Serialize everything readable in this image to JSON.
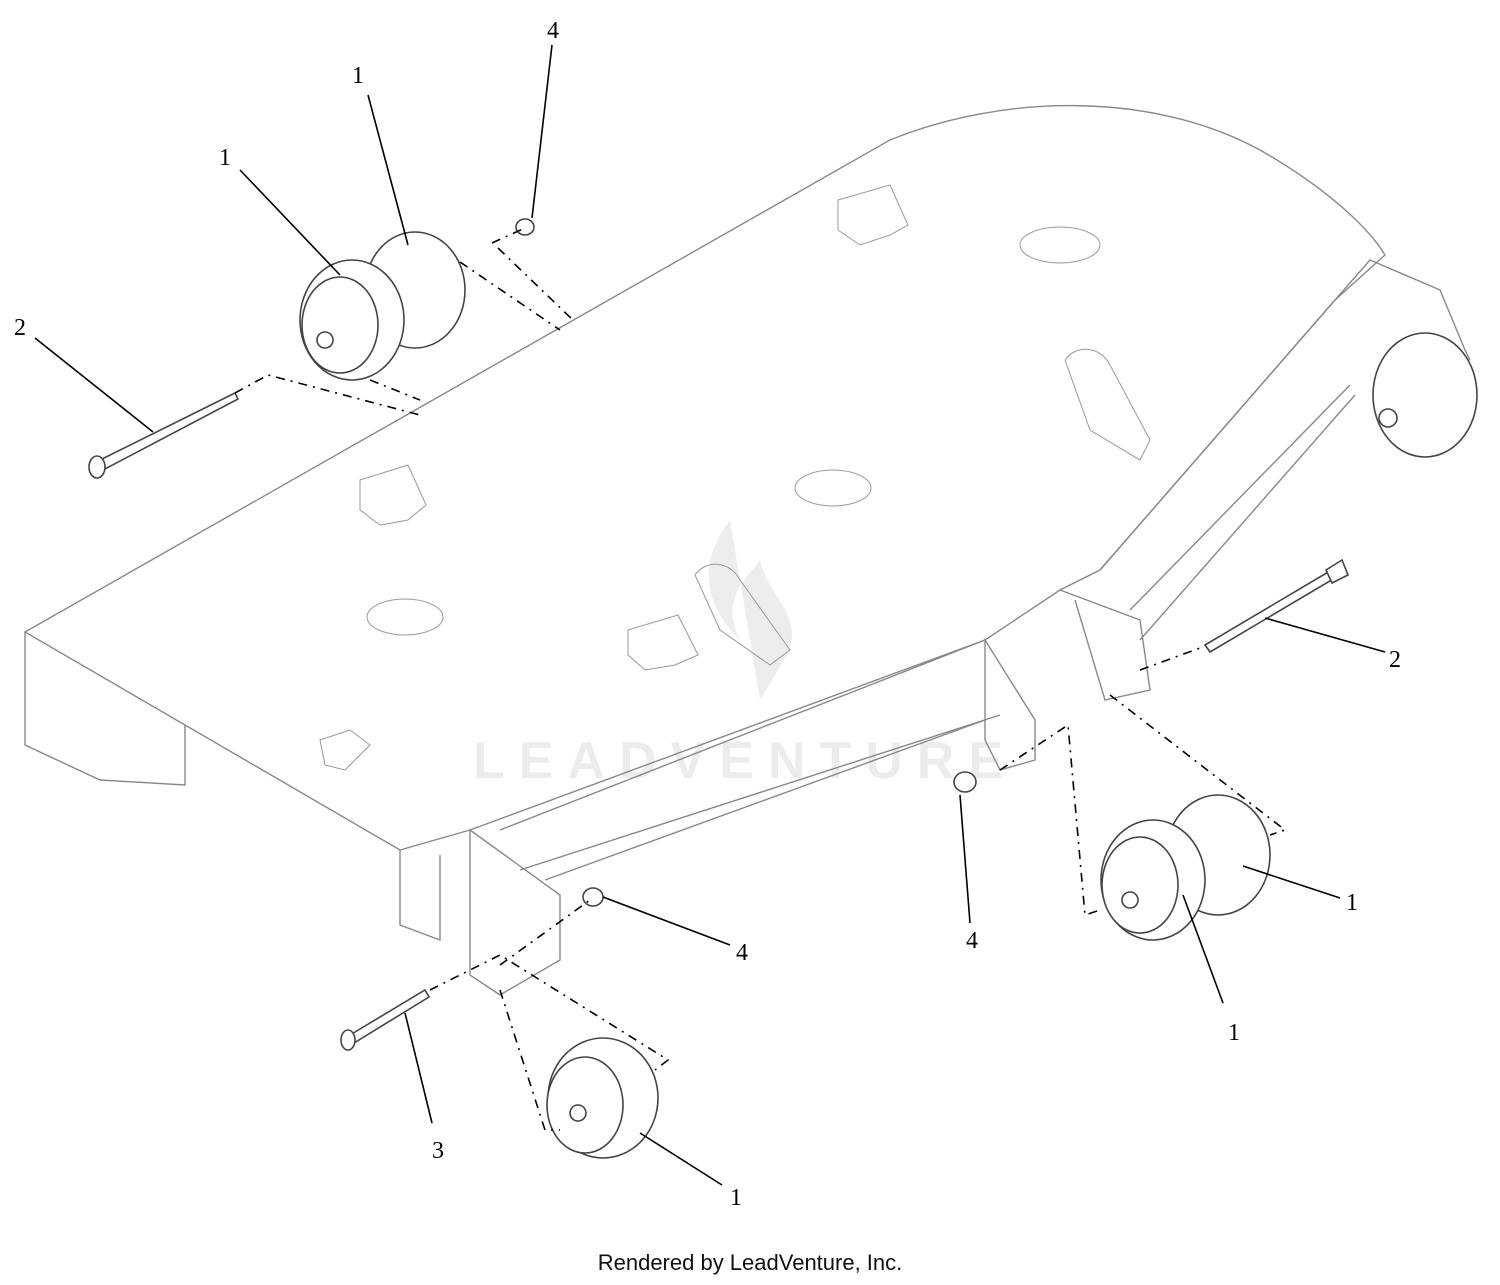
{
  "callouts": {
    "c1a": "1",
    "c1b": "1",
    "c1c": "1",
    "c1d": "1",
    "c1e": "1",
    "c2a": "2",
    "c2b": "2",
    "c3": "3",
    "c4a": "4",
    "c4b": "4",
    "c4c": "4"
  },
  "watermark": {
    "text": "LEADVENTURE"
  },
  "footer": {
    "text": "Rendered by LeadVenture, Inc."
  }
}
